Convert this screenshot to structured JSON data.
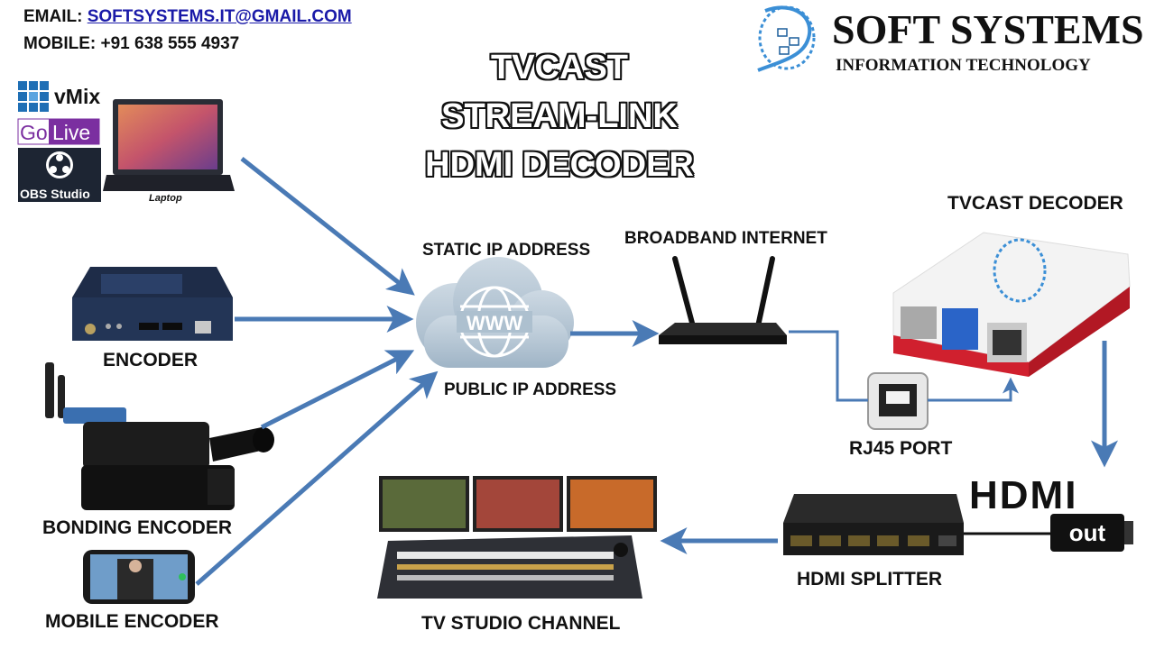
{
  "contact": {
    "email_label": "EMAIL:",
    "email": "SOFTSYSTEMS.IT@GMAIL.COM",
    "mobile_label": "MOBILE:",
    "mobile": "+91 638 555 4937"
  },
  "brand": {
    "name": "SOFT SYSTEMS",
    "tagline": "INFORMATION TECHNOLOGY",
    "logo_icon": "swirl-network-logo"
  },
  "title_lines": [
    "TVCAST",
    "STREAM-LINK",
    "HDMI DECODER"
  ],
  "software": {
    "vmix": "vMix",
    "golive_go": "Go",
    "golive_live": "Live",
    "obs": "OBS Studio"
  },
  "labels": {
    "laptop": "Laptop",
    "encoder": "ENCODER",
    "bonding_encoder": "BONDING ENCODER",
    "mobile_encoder": "MOBILE ENCODER",
    "static_ip": "STATIC IP ADDRESS",
    "public_ip": "PUBLIC IP ADDRESS",
    "broadband": "BROADBAND INTERNET",
    "decoder": "TVCAST DECODER",
    "rj45": "RJ45 PORT",
    "hdmi_splitter": "HDMI SPLITTER",
    "tv_studio": "TV STUDIO CHANNEL",
    "cloud_text": "WWW",
    "hdmi_logo": "HDMI",
    "hdmi_out": "out"
  },
  "colors": {
    "arrow": "#4a7ab5",
    "vmix_blue": "#1f6fb5",
    "golive_purple": "#7b2fa0",
    "decoder_red": "#d0202e",
    "cloud": "#b7c8d6"
  }
}
